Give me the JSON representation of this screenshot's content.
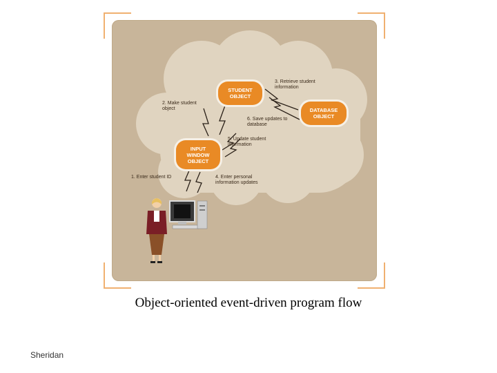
{
  "objects": {
    "student": "STUDENT\nOBJECT",
    "database": "DATABASE\nOBJECT",
    "input": "INPUT\nWINDOW\nOBJECT"
  },
  "steps": {
    "s1": "1. Enter student ID",
    "s2": "2. Make student\nobject",
    "s3": "3. Retrieve student\ninformation",
    "s4": "4. Enter personal\ninformation updates",
    "s5": "5. Update student\ninformation",
    "s6": "6. Save updates to\ndatabase"
  },
  "caption": "Object-oriented event-driven program flow",
  "footer": "Sheridan",
  "colors": {
    "accent": "#e98a25",
    "panel": "#c8b59a",
    "cloud": "#e0d4c0",
    "bracket": "#f0b070"
  },
  "icons": [
    "lightning-arrow-icon",
    "computer-icon",
    "person-figure"
  ]
}
